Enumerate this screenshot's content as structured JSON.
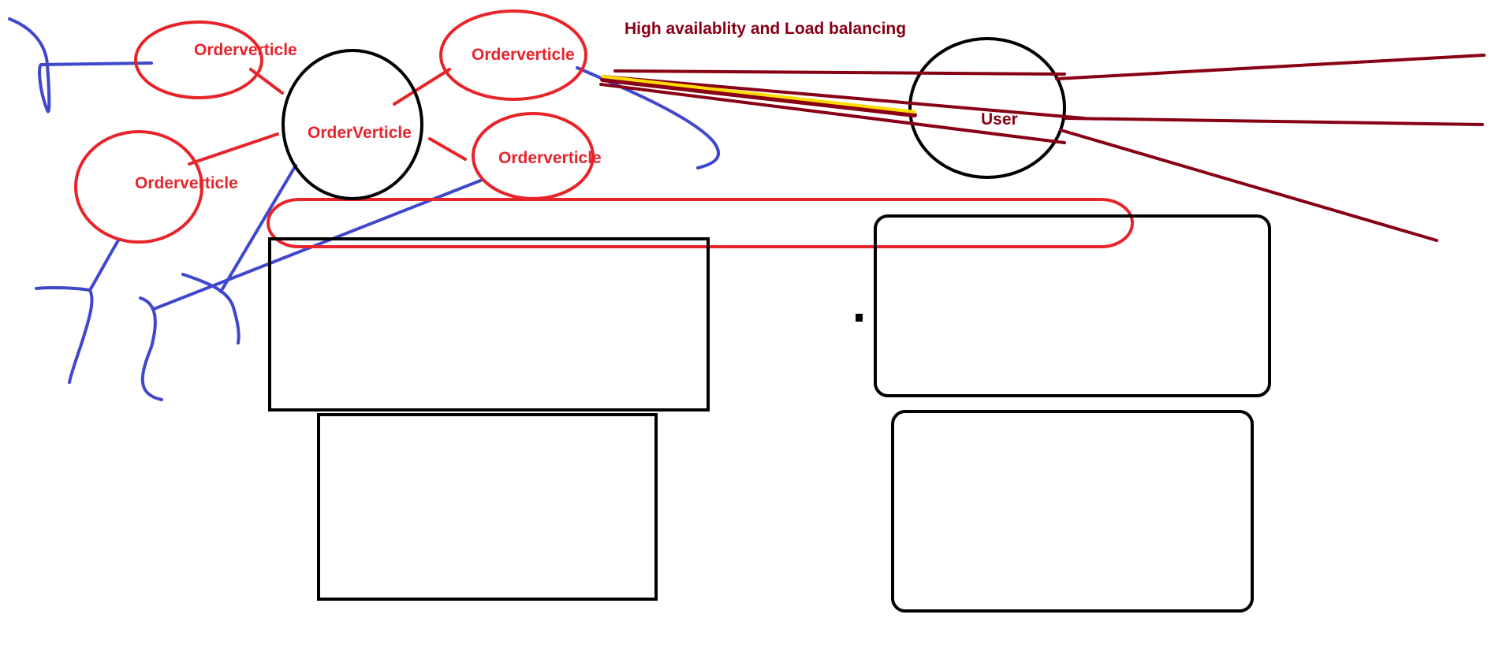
{
  "title": "High availablity and Load balancing",
  "labels": {
    "center_node": "OrderVerticle",
    "node_top_left": "Orderverticle",
    "node_top_right": "Orderverticle",
    "node_right": "Orderverticle",
    "node_left": "Orderverticle",
    "user": "User"
  },
  "colors": {
    "red": "#e8242b",
    "blue": "#3f48cc",
    "dark_red": "#880015",
    "black": "#000000",
    "yellow": "#ffdd00"
  }
}
